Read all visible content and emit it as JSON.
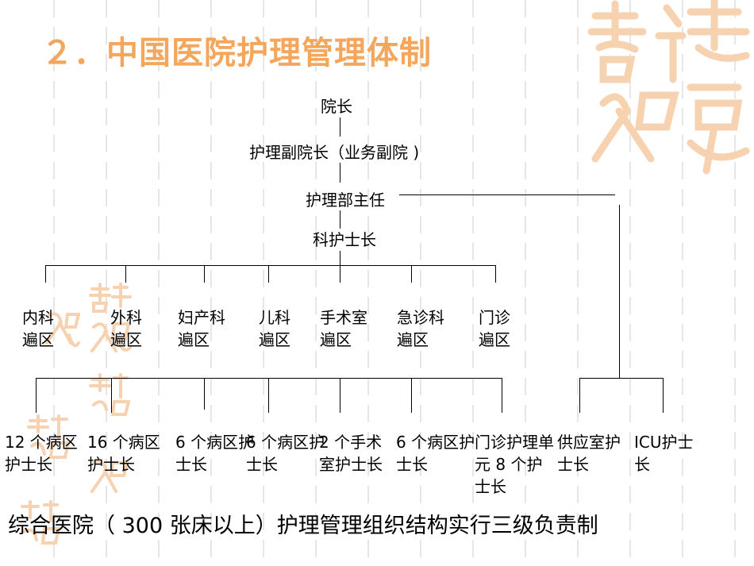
{
  "title": "２．中国医院护理管理体制",
  "levels": {
    "president": "院长",
    "vice_president": "护理副院长（业务副院 )",
    "nursing_director": "护理部主任",
    "dept_head_nurse": "科护士长"
  },
  "departments": [
    {
      "line1": "内科",
      "line2": "遍区"
    },
    {
      "line1": "外科",
      "line2": "遍区"
    },
    {
      "line1": "妇产科",
      "line2": "遍区"
    },
    {
      "line1": "儿科",
      "line2": "遍区"
    },
    {
      "line1": "手术室",
      "line2": "遍区"
    },
    {
      "line1": "急诊科",
      "line2": "遍区"
    },
    {
      "line1": "门诊",
      "line2": "遍区"
    }
  ],
  "head_nurses": [
    {
      "text": "12 个病区护士长"
    },
    {
      "text": "16 个病区护士长"
    },
    {
      "text": "6 个病区护士长"
    },
    {
      "text": "6 个病区护士长"
    },
    {
      "text": "2 个手术室护士长"
    },
    {
      "text": "6 个病区护士长"
    },
    {
      "text": "门诊护理单元 8 个护士长"
    },
    {
      "text": "供应室护士长"
    },
    {
      "text": "ICU护士长"
    }
  ],
  "footer": "综合医院（ 300 张床以上）护理管理组织结构实行三级负责制",
  "colors": {
    "title": "#f4a65c",
    "watermark": "#f6d2b0"
  },
  "watermark_text": "吉祥如意"
}
